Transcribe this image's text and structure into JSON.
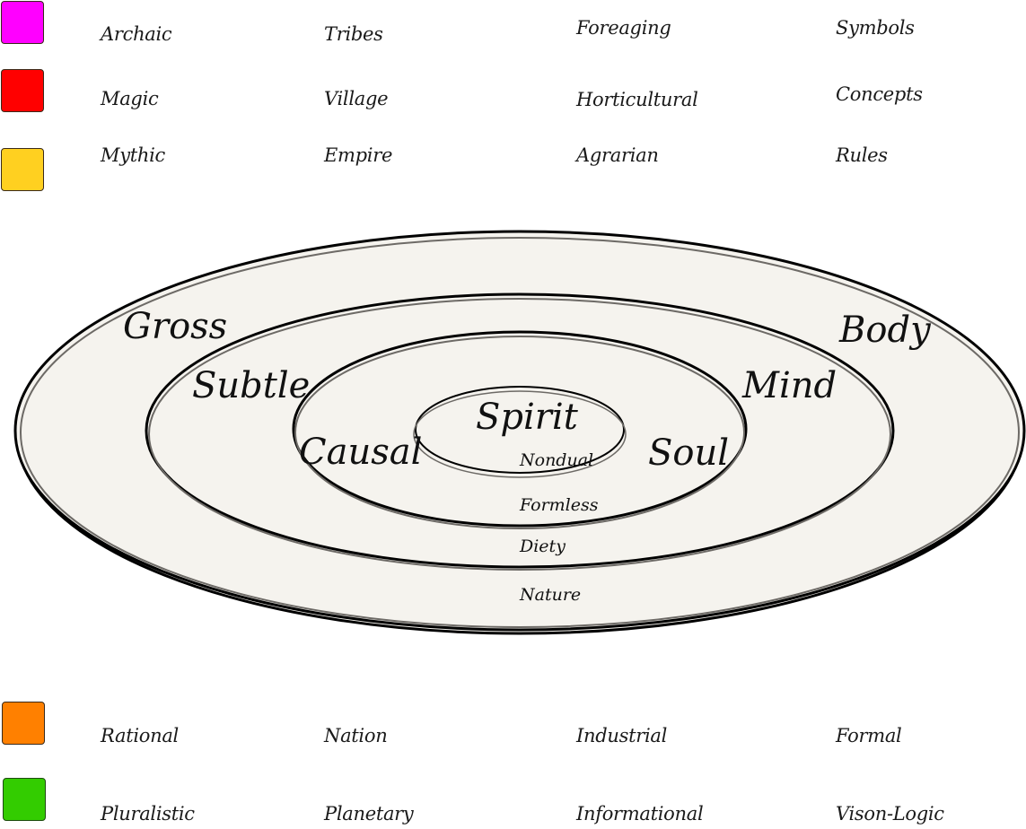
{
  "legend_top": [
    {
      "color": "#ff00ff",
      "cells": [
        "Archaic",
        "Tribes",
        "Foreaging",
        "Symbols"
      ]
    },
    {
      "color": "#ff0000",
      "cells": [
        "Magic",
        "Village",
        "Horticultural",
        "Concepts"
      ]
    },
    {
      "color": "#ffd020",
      "cells": [
        "Mythic",
        "Empire",
        "Agrarian",
        "Rules"
      ]
    }
  ],
  "legend_bottom": [
    {
      "color": "#ff8000",
      "cells": [
        "Rational",
        "Nation",
        "Industrial",
        "Formal"
      ]
    },
    {
      "color": "#33cc00",
      "cells": [
        "Pluralistic",
        "Planetary",
        "Informational",
        "Vison-Logic"
      ]
    }
  ],
  "diagram": {
    "fill_color": "#f5f3ee",
    "rings": [
      {
        "left_label": "Gross",
        "right_label": "Body",
        "bottom_label": "Nature"
      },
      {
        "left_label": "Subtle",
        "right_label": "Mind",
        "bottom_label": "Diety"
      },
      {
        "left_label": "Causal",
        "right_label": "Soul",
        "bottom_label": "Formless"
      },
      {
        "top_label": "Spirit",
        "bottom_label": "Nondual"
      }
    ]
  }
}
